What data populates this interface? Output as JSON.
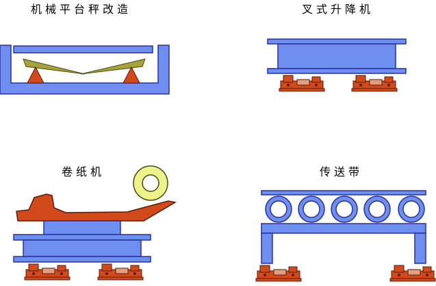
{
  "captions": {
    "mechanical_scale": "机械平台秤改造",
    "scissor_lift": "叉式升降机",
    "paper_roll_machine": "卷纸机",
    "conveyor_belt": "传送带"
  },
  "colors": {
    "blue": "#6f8ff0",
    "blue_edge": "#2630a0",
    "red": "#d24a1a",
    "red_edge": "#5a1a08",
    "olive": "#a8a23a",
    "yellow": "#eef28a"
  }
}
